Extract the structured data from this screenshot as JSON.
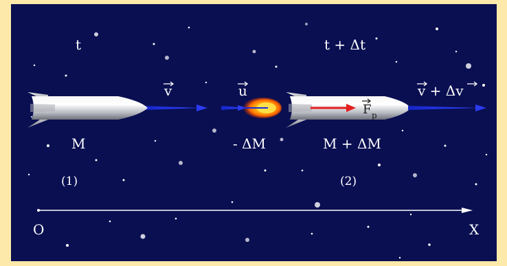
{
  "labels": {
    "time_1": "t",
    "time_2": "t + Δt",
    "velocity_1": "v",
    "velocity_ejecta": "u",
    "velocity_2": "v + Δv",
    "velocity_2_base": "v + Δ",
    "velocity_2_delta": "v",
    "force": "F",
    "force_subscript": "p",
    "mass_1": "M",
    "mass_ejecta": "- ΔM",
    "mass_2": "M + ΔM",
    "state_1": "(1)",
    "state_2": "(2)",
    "origin": "O",
    "axis": "X"
  },
  "colors": {
    "background_frame": "#fde9a9",
    "space": "#0a0f52",
    "rocket_body": "#cfd1d6",
    "velocity_arrow": "#2233dd",
    "force_arrow": "#e41e1e",
    "text": "#ffffff"
  }
}
